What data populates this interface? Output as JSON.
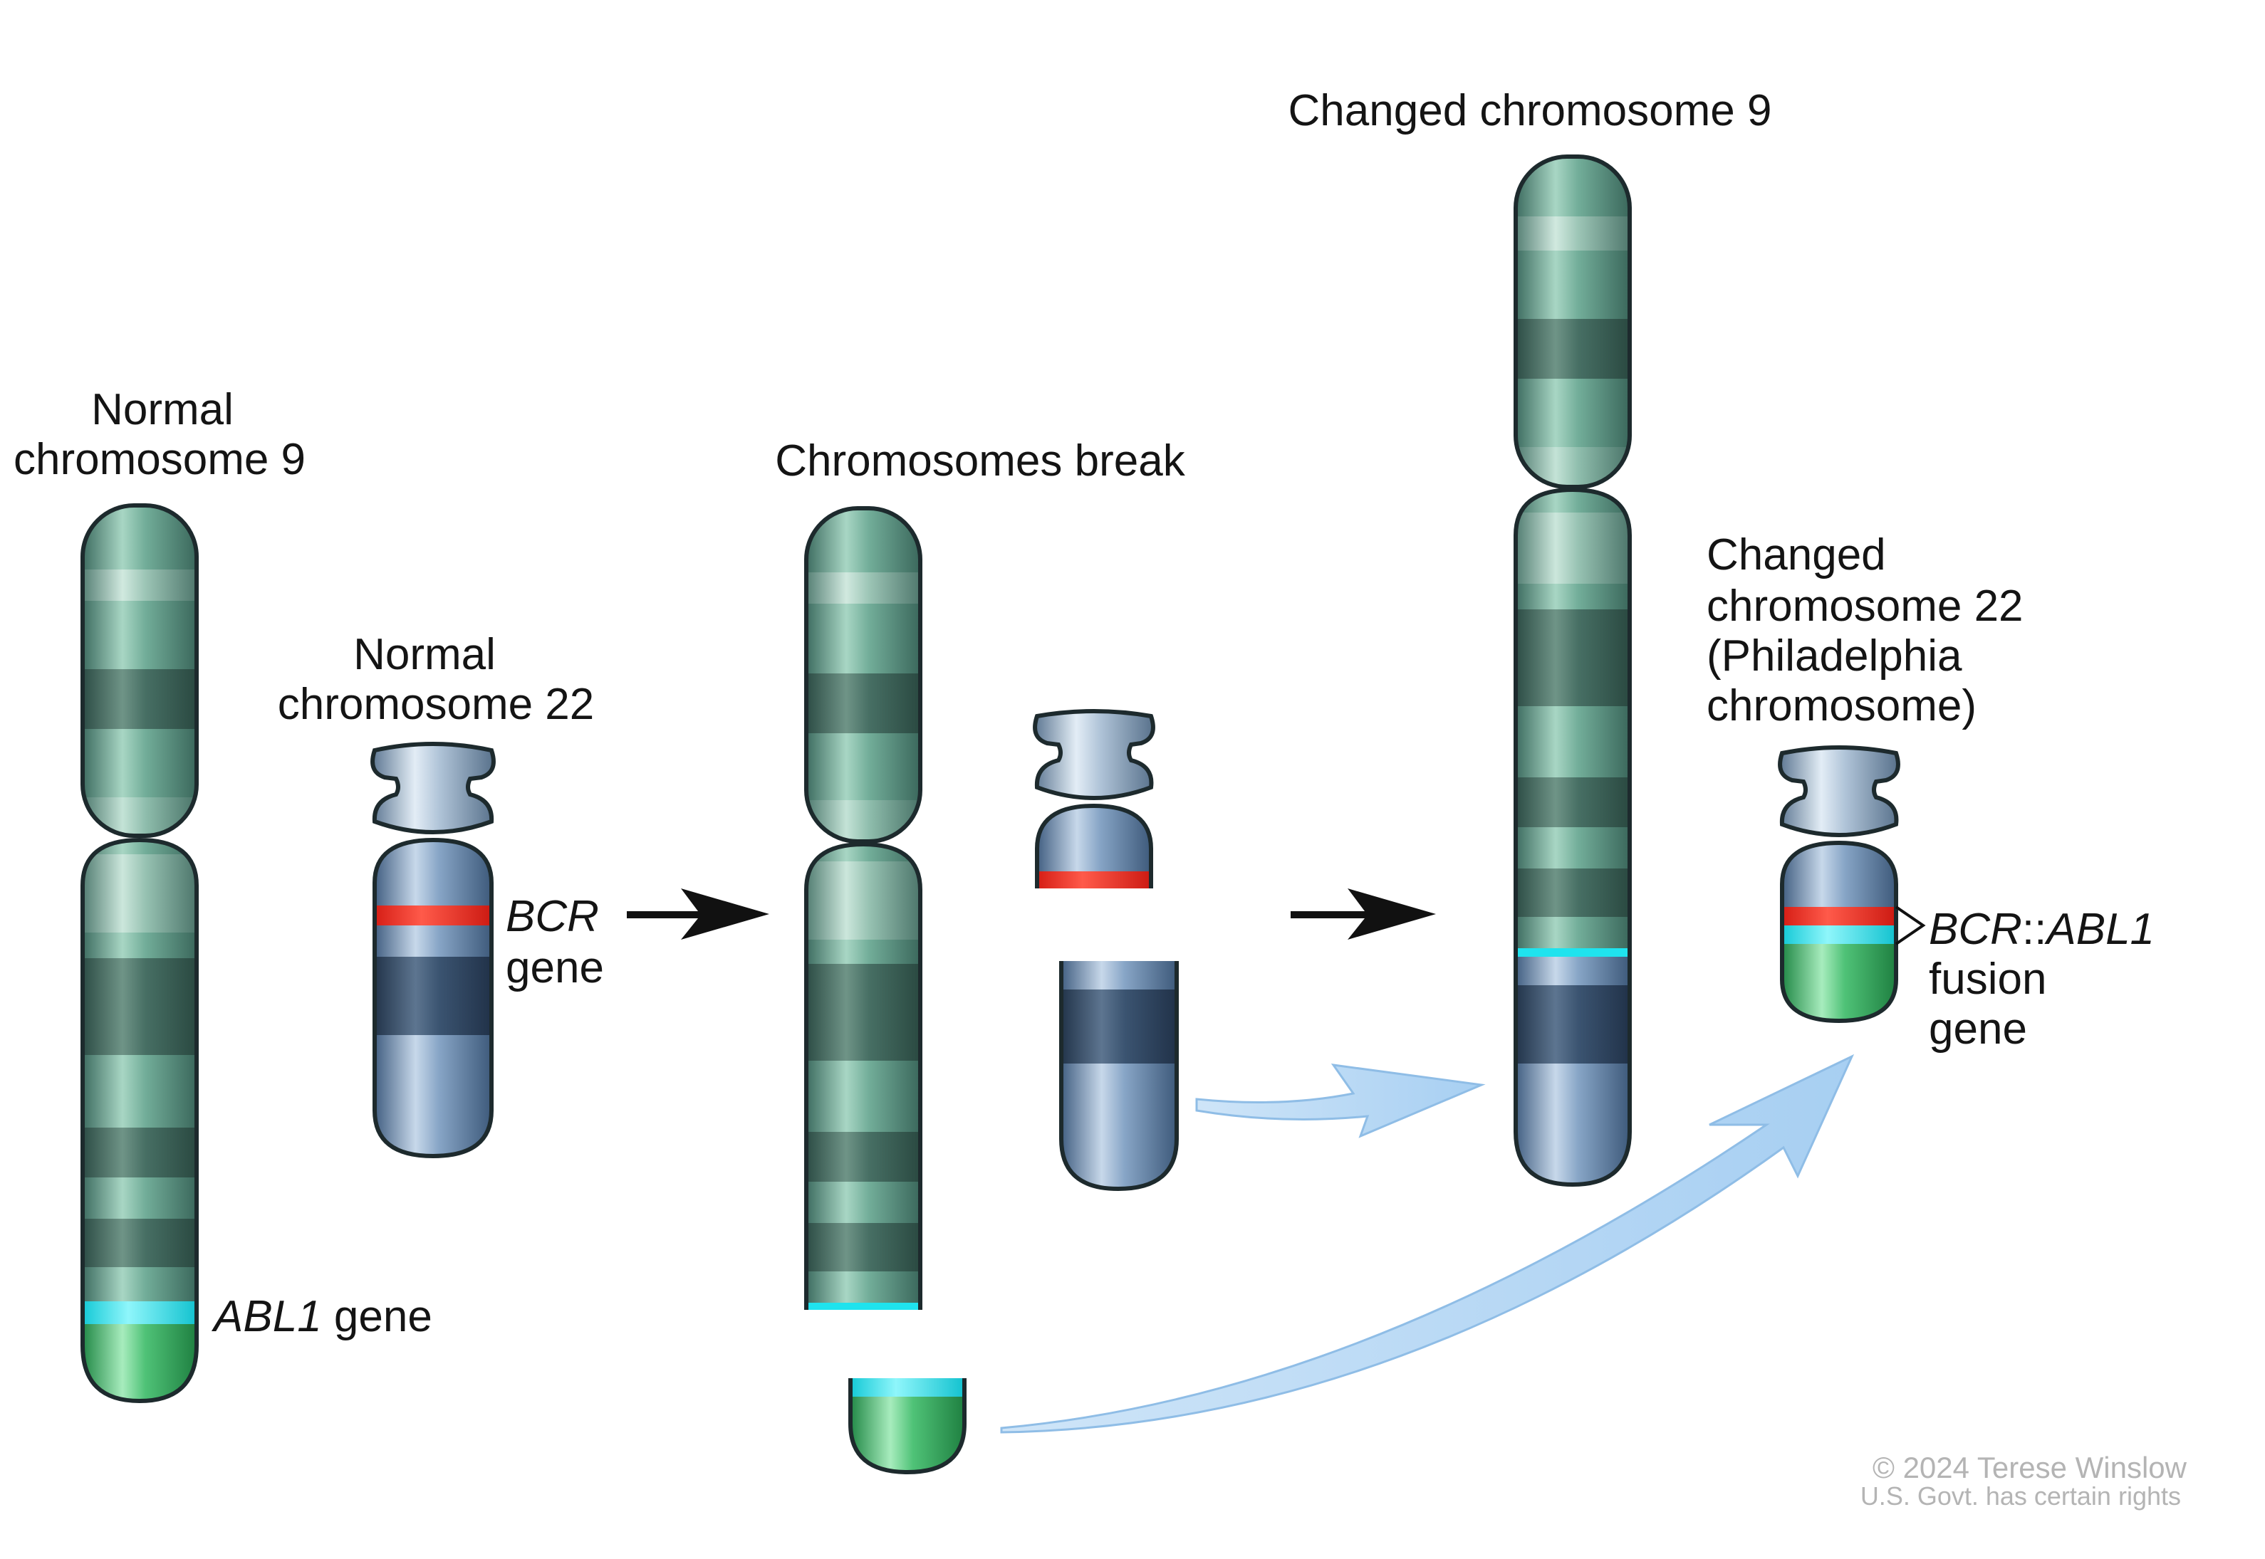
{
  "labels": {
    "normal_chr9_line1": "Normal",
    "normal_chr9_line2": "chromosome 9",
    "normal_chr22_line1": "Normal",
    "normal_chr22_line2": "chromosome 22",
    "bcr_gene_name": "BCR",
    "bcr_gene_word": "gene",
    "abl1_gene_name": "ABL1",
    "abl1_gene_word": " gene",
    "chromosomes_break": "Chromosomes break",
    "changed_chr9": "Changed chromosome 9",
    "changed_chr22_line1": "Changed",
    "changed_chr22_line2": "chromosome 22",
    "changed_chr22_line3": "(Philadelphia",
    "changed_chr22_line4": "chromosome)",
    "fusion_bcr": "BCR",
    "fusion_sep": "::",
    "fusion_abl1": "ABL1",
    "fusion_line2": "fusion",
    "fusion_line3": "gene"
  },
  "credit": {
    "line1": "© 2024 Terese Winslow",
    "line2": "U.S. Govt. has certain rights"
  },
  "colors": {
    "chr9_light": "#8fc4b0",
    "chr9_mid": "#5b9a86",
    "chr9_dark": "#3f6f62",
    "chr22_light": "#a9c2dc",
    "chr22_mid": "#6f8fb5",
    "chr22_dark": "#34506e",
    "abl1_marker": "#1fe3ee",
    "abl1_tail": "#3dbb6a",
    "bcr_marker": "#f0281e",
    "move_arrow": "#b3d6f5",
    "step_arrow": "#111111"
  },
  "icons": {
    "step_arrow": "black-arrow-icon",
    "move_arrow": "curved-light-blue-arrow-icon"
  }
}
